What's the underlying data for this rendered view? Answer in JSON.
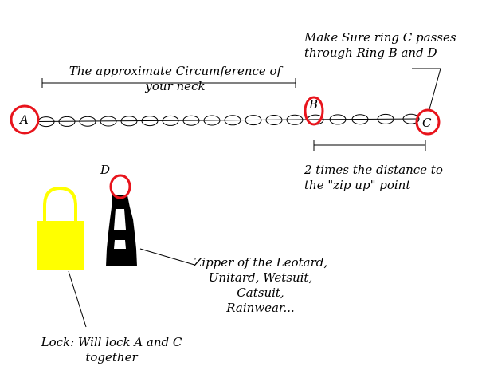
{
  "rings": {
    "a": "A",
    "b": "B",
    "c": "C",
    "d": "D"
  },
  "labels": {
    "neck": "The approximate Circumference of\nyour neck",
    "ring_c": "Make Sure ring C passes\nthrough Ring B and D",
    "zip_distance": "2 times the distance to\nthe \"zip up\" point",
    "zipper": "Zipper of the Leotard,\nUnitard, Wetsuit, Catsuit,\nRainwear...",
    "lock": "Lock: Will lock A and C\ntogether"
  },
  "colors": {
    "ring_highlight": "#e8141c",
    "lock": "#ffff00",
    "zipper": "#000000",
    "line": "#000000"
  }
}
